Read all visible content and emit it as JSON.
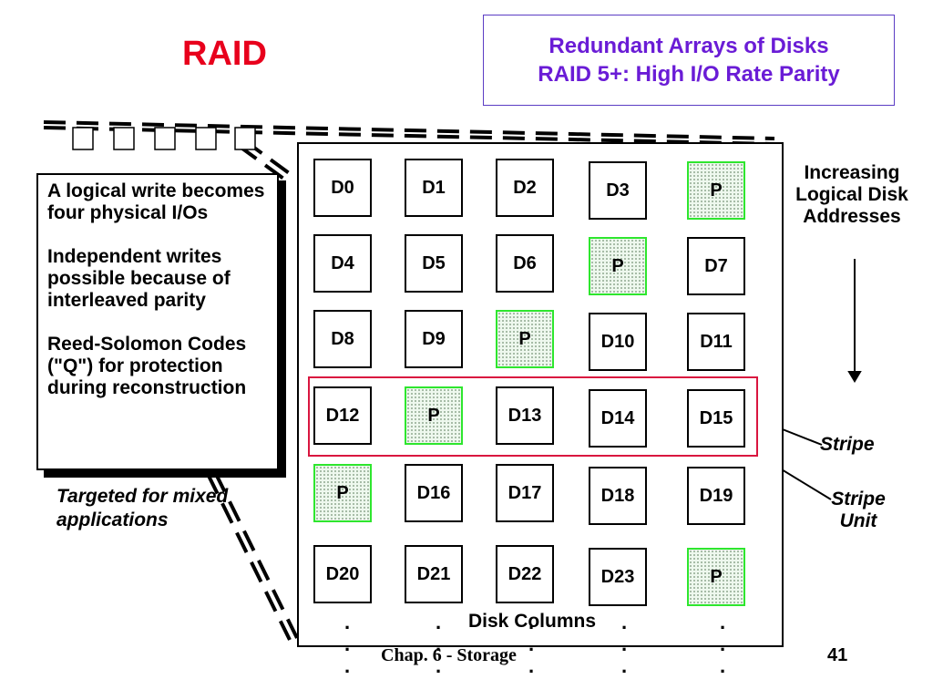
{
  "title": "RAID",
  "header": {
    "line1": "Redundant Arrays of Disks",
    "line2": "RAID 5+: High I/O Rate Parity"
  },
  "info": {
    "para1": "A logical write becomes four physical I/Os",
    "para2": "Independent writes possible because of interleaved parity",
    "para3": "Reed-Solomon Codes (\"Q\") for protection during reconstruction"
  },
  "targeted": "Targeted for mixed applications",
  "increasing_label": "Increasing Logical Disk Addresses",
  "stripe_label": "Stripe",
  "stripe_unit_label": "Stripe Unit",
  "disk_columns_label": "Disk Columns",
  "footer": {
    "chapter": "Chap. 6 - Storage",
    "page": "41"
  },
  "continuation": ".",
  "colors": {
    "title": "#e8001c",
    "header_text": "#6a1cd6",
    "parity_border": "#2ee62e",
    "stripe_highlight": "#d9163f"
  },
  "grid": {
    "rows": [
      [
        "D0",
        "D1",
        "D2",
        "D3",
        "P"
      ],
      [
        "D4",
        "D5",
        "D6",
        "P",
        "D7"
      ],
      [
        "D8",
        "D9",
        "P",
        "D10",
        "D11"
      ],
      [
        "D12",
        "P",
        "D13",
        "D14",
        "D15"
      ],
      [
        "P",
        "D16",
        "D17",
        "D18",
        "D19"
      ],
      [
        "D20",
        "D21",
        "D22",
        "D23",
        "P"
      ]
    ]
  }
}
